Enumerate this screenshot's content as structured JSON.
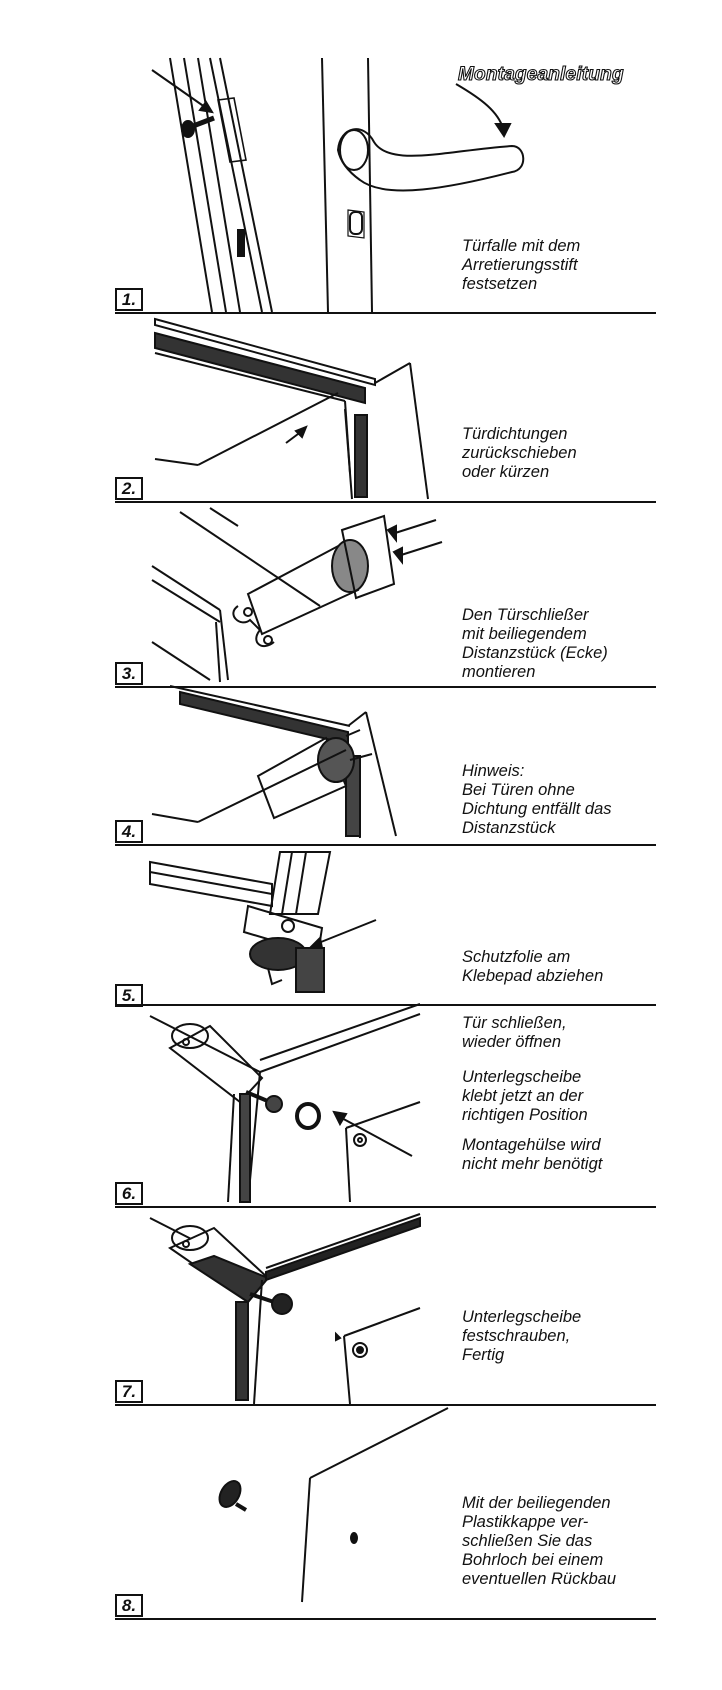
{
  "title": "Montageanleitung",
  "steps": [
    {
      "number": "1.",
      "caption": "Türfalle mit dem\nArretierungsstift\nfestsetzen"
    },
    {
      "number": "2.",
      "caption": "Türdichtungen\nzurückschieben\noder kürzen"
    },
    {
      "number": "3.",
      "caption": "Den Türschließer\nmit beiliegendem\nDistanzstück (Ecke)\nmontieren"
    },
    {
      "number": "4.",
      "caption": "Hinweis:\nBei Türen ohne\nDichtung entfällt das\nDistanzstück"
    },
    {
      "number": "5.",
      "caption": "Schutzfolie am\nKlebepad abziehen"
    },
    {
      "number": "6.",
      "caption_a": "Tür schließen,\nwieder öffnen",
      "caption_b": "Unterlegscheibe\nklebt jetzt an der\nrichtigen Position",
      "caption_c": "Montagehülse wird\nnicht mehr benötigt"
    },
    {
      "number": "7.",
      "caption": "Unterlegscheibe\nfestschrauben,\nFertig"
    },
    {
      "number": "8.",
      "caption": "Mit der beiliegenden\nPlastikkappe ver-\nschließen Sie das\nBohrloch bei einem\neventuellen Rückbau"
    }
  ]
}
